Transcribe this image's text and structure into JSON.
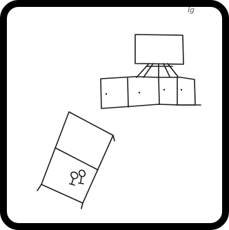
{
  "sketch": {
    "corner_mark": "lg",
    "border_color": "#000000",
    "ink_color": "#1c1c1c",
    "background_color": "#ffffff",
    "objects": [
      {
        "name": "tv-screen"
      },
      {
        "name": "tv-stand"
      },
      {
        "name": "dresser"
      },
      {
        "name": "bed"
      },
      {
        "name": "lamp-icon"
      }
    ]
  }
}
